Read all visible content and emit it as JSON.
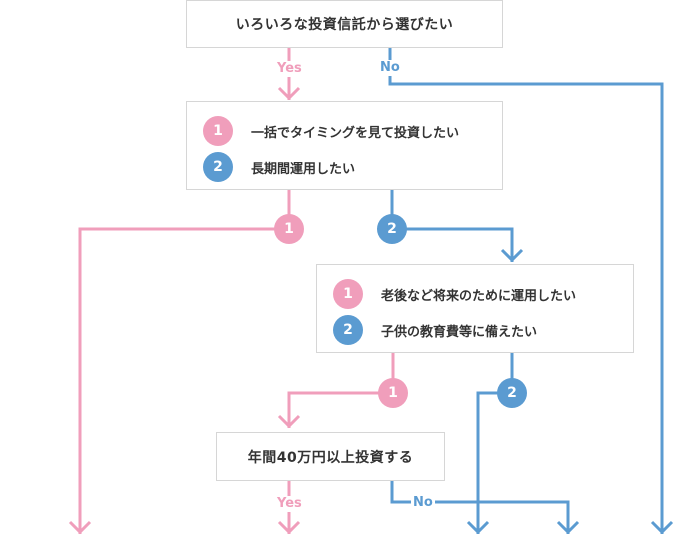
{
  "colors": {
    "pink": "#f09ebb",
    "blue": "#5b9bd1",
    "border": "#d6d6d6",
    "text": "#333333"
  },
  "q1": {
    "title": "いろいろな投資信託から選びたい",
    "yes_label": "Yes",
    "no_label": "No"
  },
  "q2": {
    "options": [
      {
        "num": "1",
        "text": "一括でタイミングを見て投資したい"
      },
      {
        "num": "2",
        "text": "長期間運用したい"
      }
    ],
    "branch1": "1",
    "branch2": "2"
  },
  "q3": {
    "options": [
      {
        "num": "1",
        "text": "老後など将来のために運用したい"
      },
      {
        "num": "2",
        "text": "子供の教育費等に備えたい"
      }
    ],
    "branch1": "1",
    "branch2": "2"
  },
  "q4": {
    "title": "年間40万円以上投資する",
    "yes_label": "Yes",
    "no_label": "No"
  }
}
